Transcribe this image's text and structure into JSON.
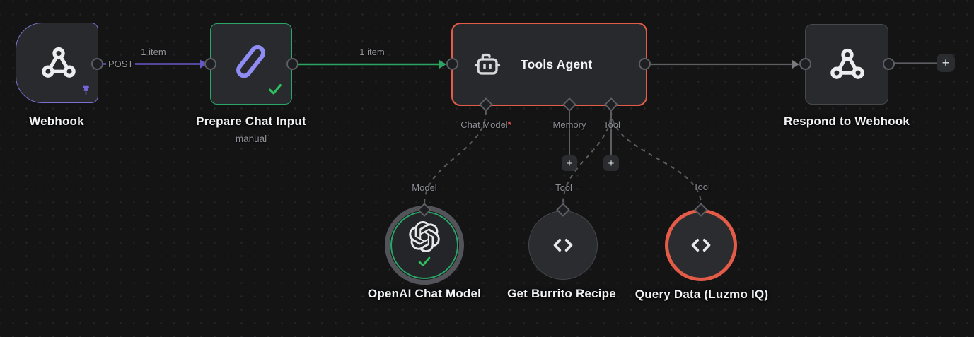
{
  "app": {
    "name": "workflow-canvas"
  },
  "colors": {
    "canvas_bg": "#141415",
    "purple_wire": "#6458c9",
    "purple_border": "#7b70d2",
    "green": "#2aa463",
    "green_check": "#2ec05f",
    "coral": "#e45c48",
    "gray_wire": "#5d5e62",
    "node_fill": "#292a2e",
    "label_text": "#f1f2f4",
    "muted_text": "#8f9096",
    "required_red": "#ef5350"
  },
  "nodes": {
    "webhook": {
      "title": "Webhook"
    },
    "prepare_chat_input": {
      "title": "Prepare Chat Input",
      "subtitle": "manual"
    },
    "tools_agent": {
      "title": "Tools Agent",
      "ports": {
        "chat_model": {
          "label": "Chat Model",
          "required_marker": "*"
        },
        "memory": {
          "label": "Memory"
        },
        "tool": {
          "label": "Tool"
        }
      }
    },
    "respond_to_webhook": {
      "title": "Respond to Webhook"
    },
    "openai_chat_model": {
      "title": "OpenAI Chat Model",
      "port_label": "Model"
    },
    "get_burrito_recipe": {
      "title": "Get Burrito Recipe",
      "port_label": "Tool"
    },
    "query_data_luzmo": {
      "title": "Query Data (Luzmo IQ)",
      "port_label": "Tool"
    }
  },
  "edges": {
    "webhook_to_prepare": {
      "method_badge": "POST",
      "items_label": "1 item"
    },
    "prepare_to_agent": {
      "items_label": "1 item"
    }
  },
  "ui": {
    "plus": "+"
  },
  "icons": {
    "webhook": "webhook-icon",
    "pin": "pushpin-icon",
    "pencil": "pencil-icon",
    "check": "checkmark-icon",
    "robot": "robot-icon",
    "openai": "openai-logo-icon",
    "code": "code-brackets-icon",
    "plus": "plus-icon"
  }
}
